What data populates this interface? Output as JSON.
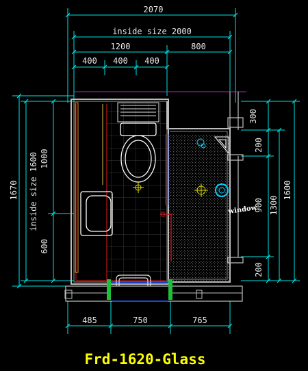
{
  "drawing": {
    "title": "Frd-1620-Glass",
    "window_label": "window",
    "dims_top": {
      "overall": "2070",
      "inside": "inside size 2000",
      "split_left": "1200",
      "split_right": "800",
      "seg_1": "400",
      "seg_2": "400",
      "seg_3": "400"
    },
    "dims_bottom": [
      "485",
      "750",
      "765"
    ],
    "dims_left": {
      "overall": "1670",
      "inside": "inside size 1600",
      "upper": "1000",
      "lower": "600"
    },
    "dims_right": {
      "inner_top": "300",
      "inner_a": "200",
      "inner_mid": "900",
      "inner_b": "200",
      "middle": "1300",
      "outer": "1600"
    }
  }
}
